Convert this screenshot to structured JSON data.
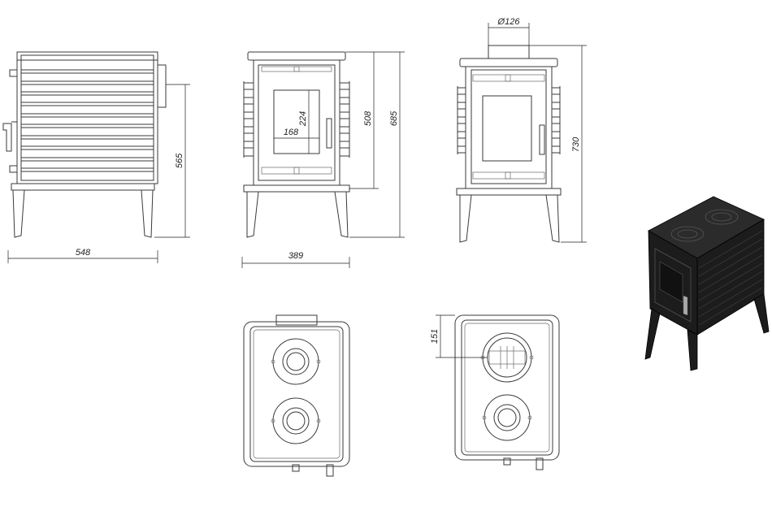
{
  "dimensions": {
    "front_width": "548",
    "front_height": "565",
    "side_depth": "389",
    "side_height_outlet": "508",
    "side_height_total": "685",
    "glass_height": "224",
    "glass_width": "168",
    "outlet_diameter": "Ø126",
    "total_height_with_outlet": "730",
    "outlet_offset": "151"
  },
  "colors": {
    "line": "#3a3a3a",
    "stove_body": "#1c1c1c",
    "background": "#ffffff"
  }
}
